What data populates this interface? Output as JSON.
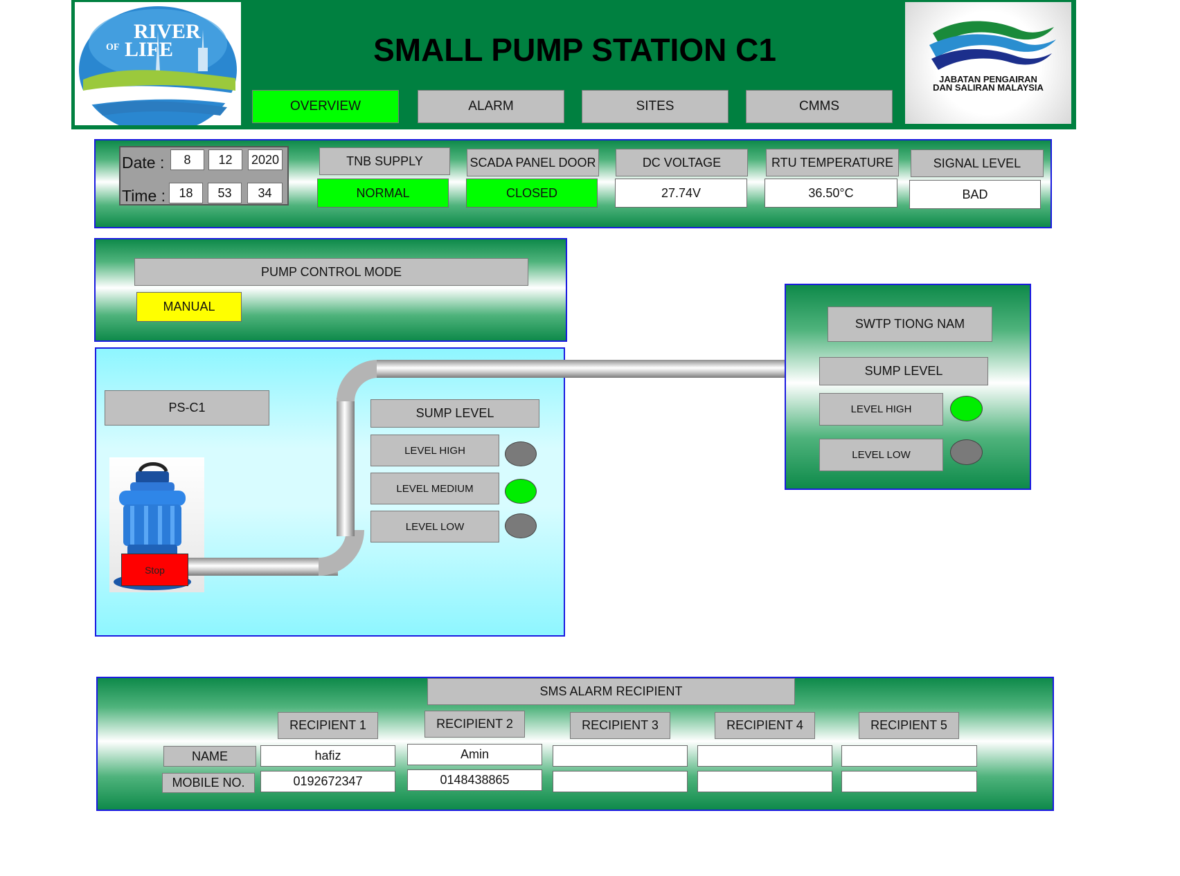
{
  "header": {
    "title": "SMALL PUMP STATION C1",
    "left_logo": {
      "icon": "river-of-life-logo",
      "line1": "RIVER",
      "line2": "OF",
      "line3": "LIFE"
    },
    "right_logo": {
      "icon": "jps-waves-logo",
      "line1": "JABATAN PENGAIRAN",
      "line2": "DAN SALIRAN MALAYSIA"
    },
    "nav": [
      {
        "label": "OVERVIEW",
        "active": true
      },
      {
        "label": "ALARM",
        "active": false
      },
      {
        "label": "SITES",
        "active": false
      },
      {
        "label": "CMMS",
        "active": false
      }
    ],
    "colors": {
      "header_bg": "#008040",
      "active_tab": "#00ff00",
      "tab": "#c0c0c0"
    }
  },
  "status": {
    "date_label": "Date :",
    "time_label": "Time :",
    "date": {
      "day": "8",
      "month": "12",
      "year": "2020"
    },
    "time": {
      "hour": "18",
      "minute": "53",
      "second": "34"
    },
    "tnb_supply": {
      "label": "TNB SUPPLY",
      "value": "NORMAL"
    },
    "scada_door": {
      "label": "SCADA PANEL DOOR",
      "value": "CLOSED"
    },
    "dc_voltage": {
      "label": "DC VOLTAGE",
      "value": "27.74V"
    },
    "rtu_temp": {
      "label": "RTU TEMPERATURE",
      "value": "36.50°C"
    },
    "signal": {
      "label": "SIGNAL LEVEL",
      "value": "BAD"
    }
  },
  "pump_control": {
    "label": "PUMP CONTROL MODE",
    "mode": "MANUAL",
    "mode_color": "#ffff00"
  },
  "station": {
    "name": "PS-C1",
    "pump_icon": "submersible-pump-icon",
    "pump_state": "Stop",
    "pump_state_color": "#ff0000",
    "sump_level_label": "SUMP LEVEL",
    "levels": [
      {
        "label": "LEVEL HIGH",
        "on": false
      },
      {
        "label": "LEVEL MEDIUM",
        "on": true
      },
      {
        "label": "LEVEL LOW",
        "on": false
      }
    ]
  },
  "swtp": {
    "name": "SWTP TIONG NAM",
    "sump_level_label": "SUMP LEVEL",
    "levels": [
      {
        "label": "LEVEL HIGH",
        "on": true
      },
      {
        "label": "LEVEL LOW",
        "on": false
      }
    ]
  },
  "sms": {
    "title": "SMS ALARM RECIPIENT",
    "name_label": "NAME",
    "mobile_label": "MOBILE NO.",
    "recipients": [
      {
        "label": "RECIPIENT 1",
        "name": "hafiz",
        "mobile": "0192672347"
      },
      {
        "label": "RECIPIENT 2",
        "name": "Amin",
        "mobile": "0148438865"
      },
      {
        "label": "RECIPIENT 3",
        "name": "",
        "mobile": ""
      },
      {
        "label": "RECIPIENT 4",
        "name": "",
        "mobile": ""
      },
      {
        "label": "RECIPIENT 5",
        "name": "",
        "mobile": ""
      }
    ]
  }
}
